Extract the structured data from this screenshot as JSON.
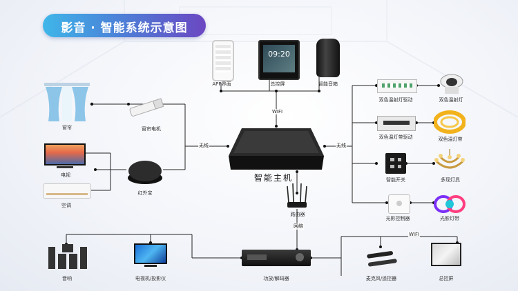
{
  "title": "影音 · 智能系统示意图",
  "hub": {
    "label": "智能主机"
  },
  "top_devices": {
    "app": "APP界面",
    "panel": "总控屏",
    "speaker": "智能音箱",
    "panel_time": "09:20"
  },
  "wifi_top": "WIFI",
  "left_link": "无线",
  "right_link": "无线",
  "router": "路由器",
  "network": "网络",
  "wifi_bottom": "WIFI",
  "left_devices": {
    "curtain": "窗帘",
    "curtain_motor": "窗帘电机",
    "tv": "电视",
    "ir_hub": "红外宝",
    "ac": "空调"
  },
  "right_devices": {
    "dimmer_driver": "双色温射灯驱动",
    "spotlight": "双色温射灯",
    "strip_driver": "双色温灯带驱动",
    "strip": "双色温灯带",
    "switch": "智能开关",
    "chandelier": "多现灯具",
    "light_controller": "光影控制器",
    "light_strip": "光影灯带"
  },
  "bottom_devices": {
    "speakers": "音响",
    "projector": "电视机/投影仪",
    "amplifier": "功放/解码器",
    "mic": "麦克风/遥控器",
    "control_screen": "总控屏"
  }
}
